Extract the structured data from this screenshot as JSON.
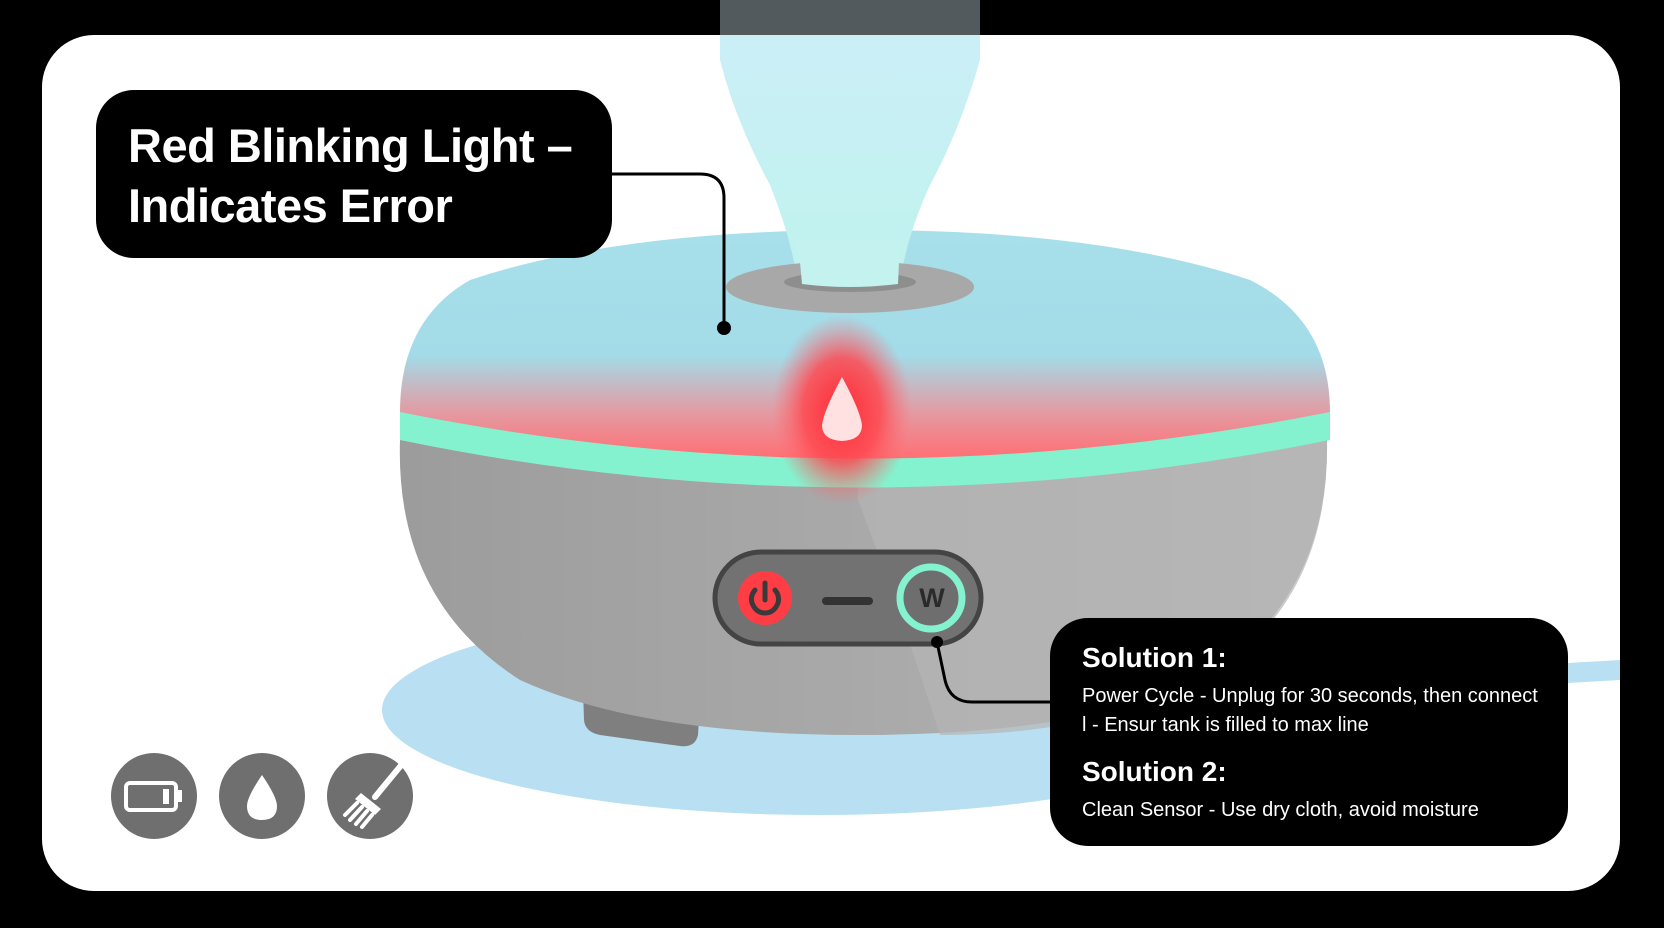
{
  "callouts": {
    "error": {
      "title": "Red Blinking Light –\nIndicates Error"
    },
    "solutions": {
      "solution1": {
        "heading": "Solution 1:",
        "lines": [
          "Power Cycle - Unplug for 30 seconds, then connect",
          "l - Ensur tank is filled to max line"
        ]
      },
      "solution2": {
        "heading": "Solution 2:",
        "lines": [
          "Clean Sensor - Use dry cloth, avoid moisture"
        ]
      }
    }
  },
  "device": {
    "control_panel": {
      "power_button_icon": "power-icon",
      "mode_button_label": "W"
    },
    "indicator_icon": "water-drop-icon"
  },
  "bottom_icons": [
    {
      "name": "battery-low-icon"
    },
    {
      "name": "water-drop-icon"
    },
    {
      "name": "cleaning-brush-icon"
    }
  ],
  "colors": {
    "background": "#000000",
    "panel": "#ffffff",
    "device_top": "#a5dde9",
    "device_body": "#a7a7a7",
    "accent_ring": "#84f2cf",
    "error_red": "#ff3b45",
    "water_puddle": "#b8e0f2",
    "icon_gray": "#6f6f6f"
  }
}
